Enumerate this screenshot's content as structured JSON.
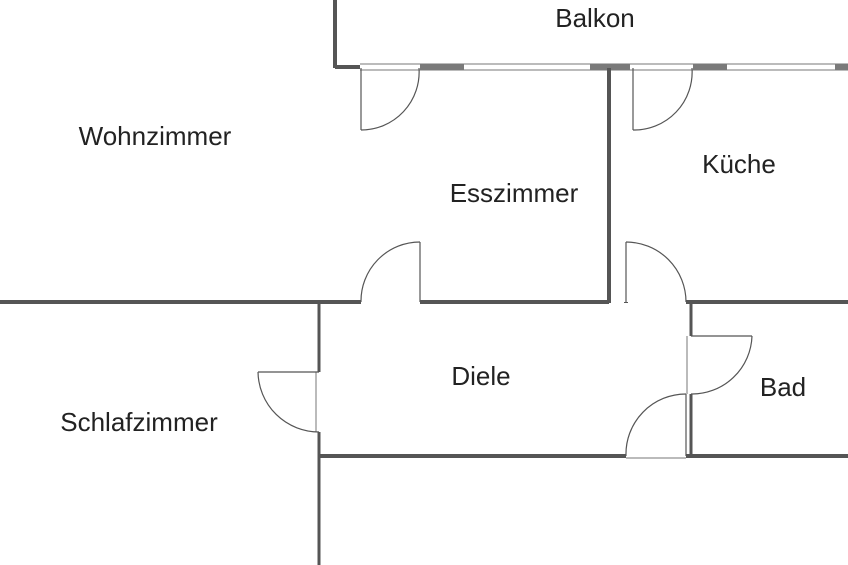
{
  "floor_plan": {
    "rooms": [
      {
        "id": "balkon",
        "label": "Balkon"
      },
      {
        "id": "wohnzimmer",
        "label": "Wohnzimmer"
      },
      {
        "id": "esszimmer",
        "label": "Esszimmer"
      },
      {
        "id": "kueche",
        "label": "Küche"
      },
      {
        "id": "diele",
        "label": "Diele"
      },
      {
        "id": "bad",
        "label": "Bad"
      },
      {
        "id": "schlafzimmer",
        "label": "Schlafzimmer"
      }
    ],
    "colors": {
      "background": "#ffffff",
      "wall": "#555555",
      "window": "#7a7a7a",
      "text": "#222222"
    }
  }
}
